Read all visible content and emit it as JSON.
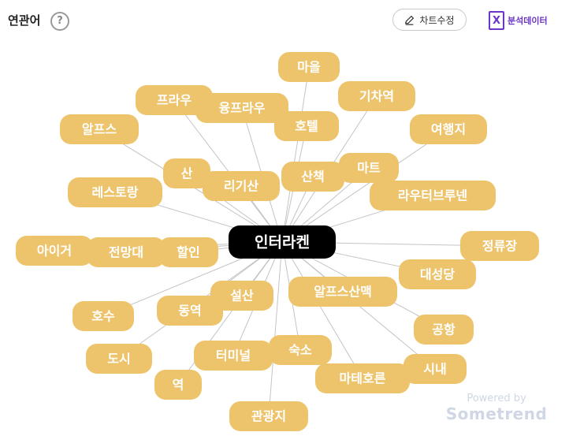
{
  "header": {
    "title": "연관어",
    "help_icon_text": "?",
    "edit_button_label": "차트수정",
    "data_button_label": "분석데이터"
  },
  "graph": {
    "center": "인터라켄",
    "nodes": [
      "마을",
      "프라우",
      "융프라우",
      "기차역",
      "알프스",
      "호텔",
      "여행지",
      "산",
      "리기산",
      "산책",
      "마트",
      "라우터브루넨",
      "레스토랑",
      "아이거",
      "전망대",
      "할인",
      "정류장",
      "대성당",
      "설산",
      "알프스산맥",
      "호수",
      "동역",
      "공항",
      "도시",
      "터미널",
      "숙소",
      "시내",
      "마테호른",
      "역",
      "관광지"
    ]
  },
  "watermark": {
    "powered": "Powered by",
    "brand": "Sometrend"
  },
  "colors": {
    "node": "#edc46c",
    "center": "#000000",
    "edge": "#c4c4c4",
    "accent": "#6a35c8"
  }
}
